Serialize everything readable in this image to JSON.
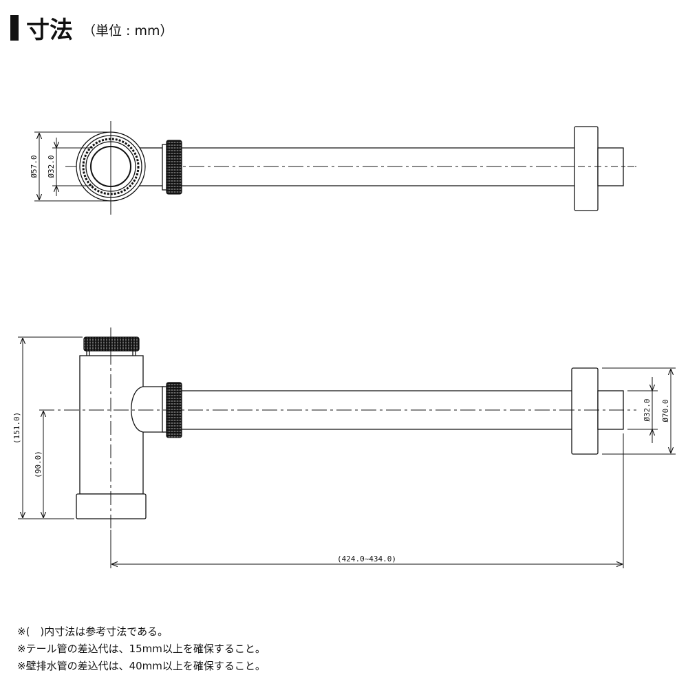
{
  "header": {
    "title": "寸法",
    "unit": "（単位 : mm）"
  },
  "top_view": {
    "dim_outer": "Ø57.0",
    "dim_inner": "Ø32.0"
  },
  "side_view": {
    "dim_height": "(151.0)",
    "dim_center": "(90.0)",
    "dim_pipe": "Ø32.0",
    "dim_flange": "Ø70.0",
    "dim_length": "(424.0~434.0)"
  },
  "notes": [
    "※(　)内寸法は参考寸法である。",
    "※テール管の差込代は、15mm以上を確保すること。",
    "※壁排水管の差込代は、40mm以上を確保すること。"
  ]
}
